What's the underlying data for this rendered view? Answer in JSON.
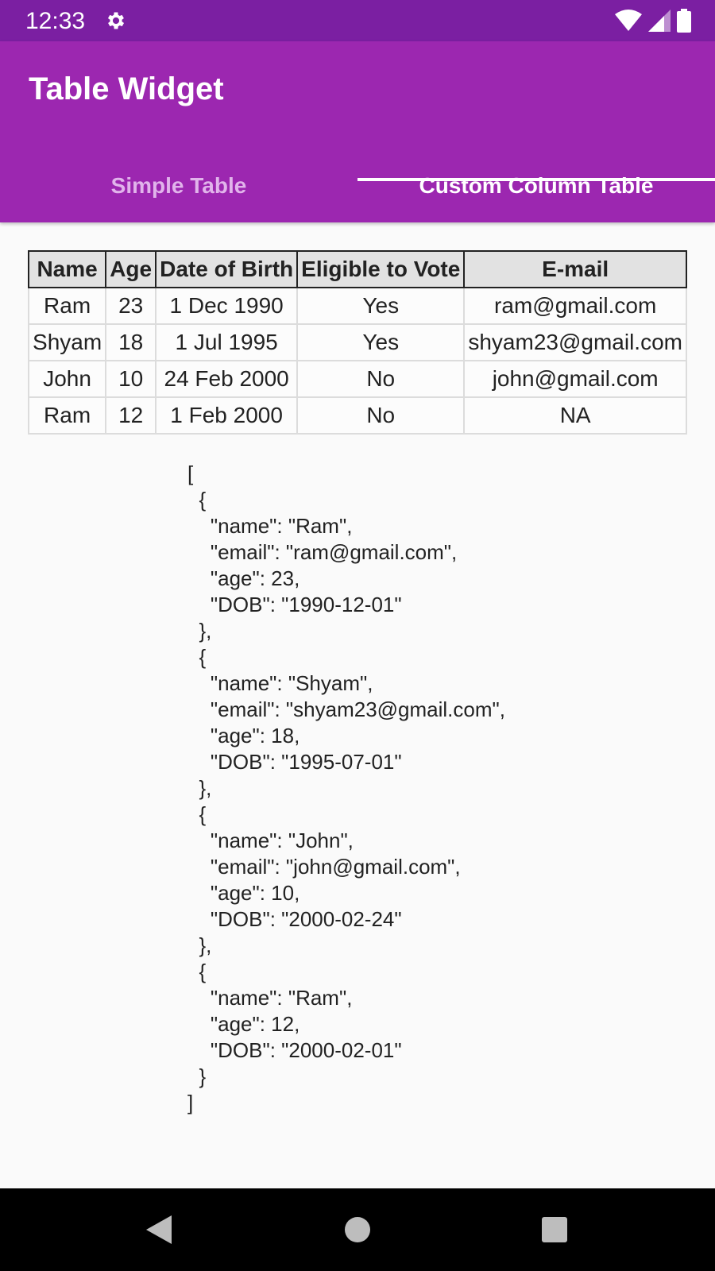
{
  "status_bar": {
    "time": "12:33"
  },
  "app_bar": {
    "title": "Table Widget",
    "tabs": [
      {
        "label": "Simple Table",
        "selected": false
      },
      {
        "label": "Custom Column Table",
        "selected": true
      }
    ]
  },
  "table": {
    "columns": [
      "Name",
      "Age",
      "Date of Birth",
      "Eligible to Vote",
      "E-mail"
    ],
    "rows": [
      [
        "Ram",
        "23",
        "1 Dec 1990",
        "Yes",
        "ram@gmail.com"
      ],
      [
        "Shyam",
        "18",
        "1 Jul 1995",
        "Yes",
        "shyam23@gmail.com"
      ],
      [
        "John",
        "10",
        "24 Feb 2000",
        "No",
        "john@gmail.com"
      ],
      [
        "Ram",
        "12",
        "1 Feb 2000",
        "No",
        "NA"
      ]
    ]
  },
  "json_text": "[\n  {\n    \"name\": \"Ram\",\n    \"email\": \"ram@gmail.com\",\n    \"age\": 23,\n    \"DOB\": \"1990-12-01\"\n  },\n  {\n    \"name\": \"Shyam\",\n    \"email\": \"shyam23@gmail.com\",\n    \"age\": 18,\n    \"DOB\": \"1995-07-01\"\n  },\n  {\n    \"name\": \"John\",\n    \"email\": \"john@gmail.com\",\n    \"age\": 10,\n    \"DOB\": \"2000-02-24\"\n  },\n  {\n    \"name\": \"Ram\",\n    \"age\": 12,\n    \"DOB\": \"2000-02-01\"\n  }\n]",
  "colors": {
    "status_bar": "#7b1fa2",
    "app_bar": "#9c27b0",
    "tab_unselected": "#e1b4eb",
    "tab_selected": "#ffffff",
    "header_bg": "#e2e2e2"
  },
  "icons": {
    "status": [
      "gear-icon",
      "wifi-icon",
      "signal-icon",
      "battery-icon"
    ],
    "nav": [
      "back-icon",
      "home-icon",
      "recents-icon"
    ]
  }
}
